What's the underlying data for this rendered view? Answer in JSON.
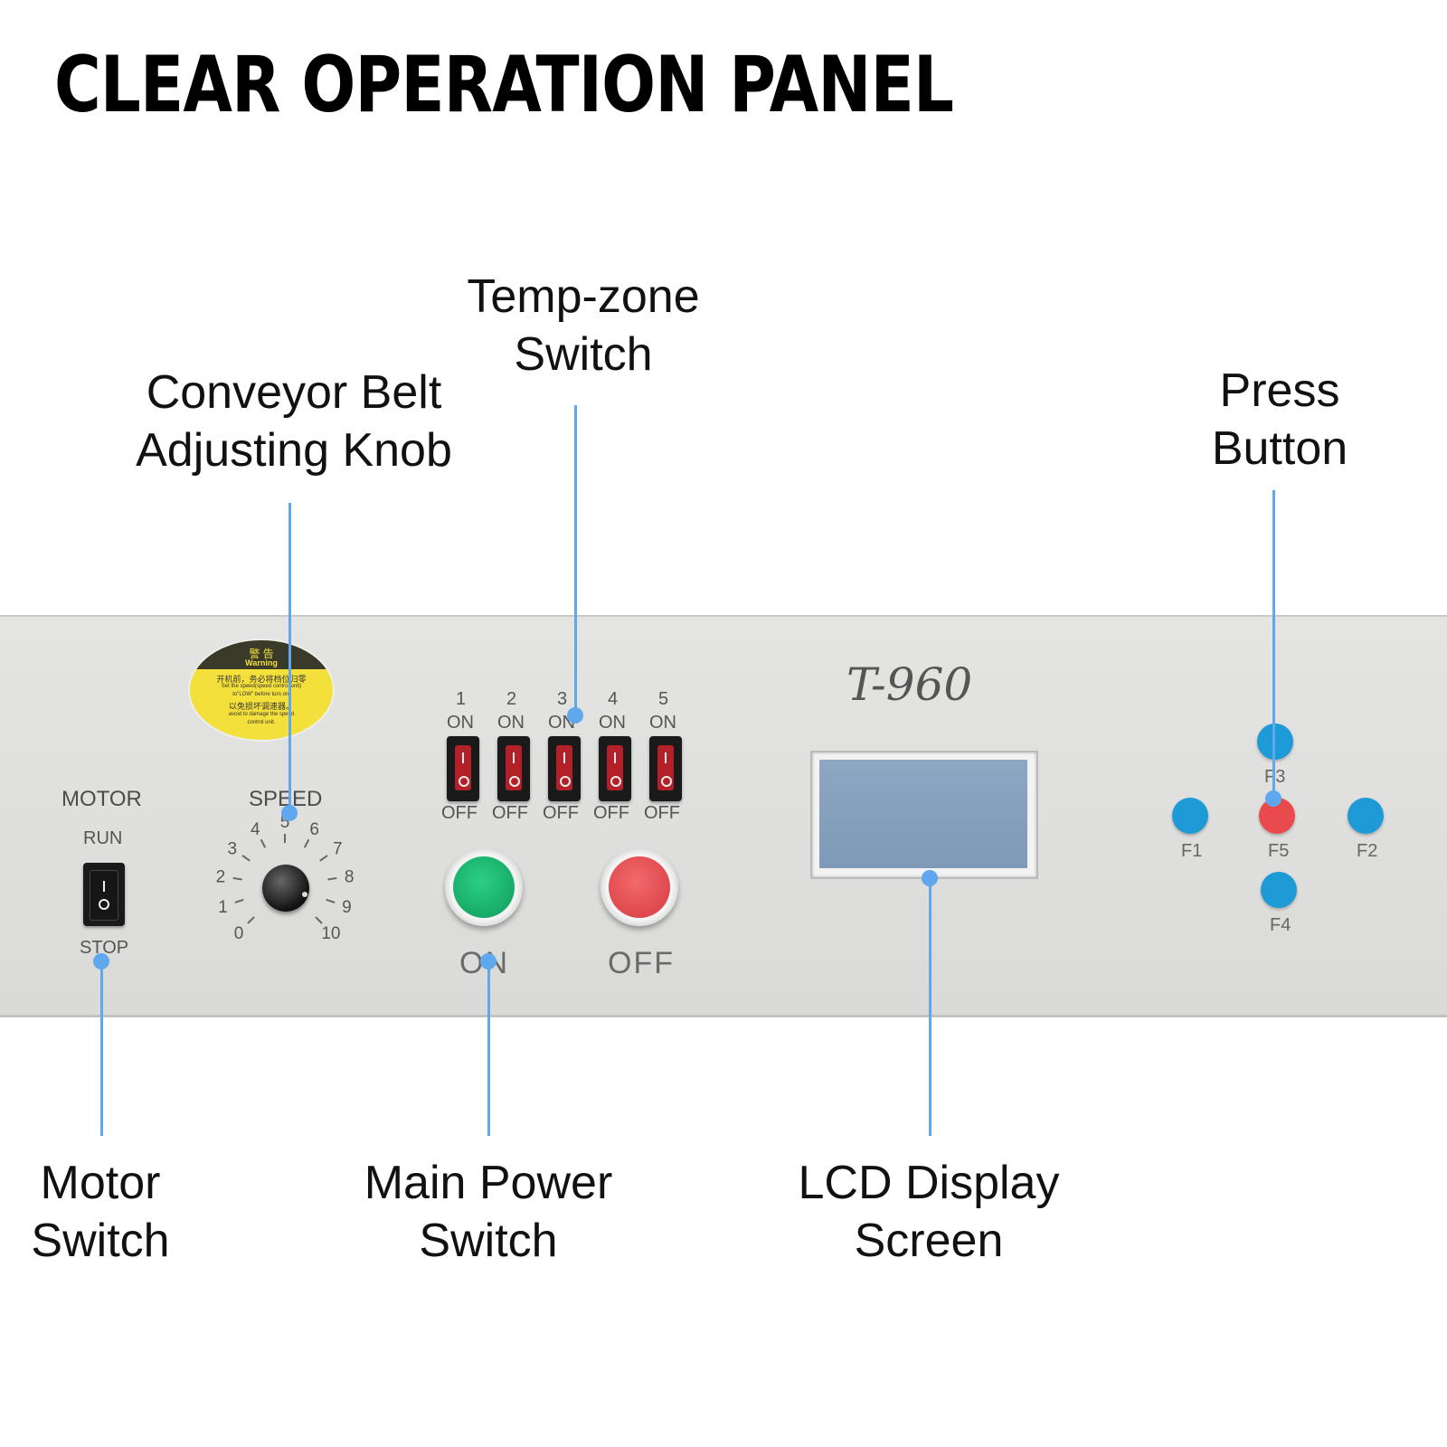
{
  "heading": "CLEAR OPERATION PANEL",
  "callouts": {
    "temp_zone": [
      "Temp-zone",
      "Switch"
    ],
    "conveyor": [
      "Conveyor Belt",
      "Adjusting Knob"
    ],
    "press": [
      "Press",
      "Button"
    ],
    "motor": [
      "Motor",
      "Switch"
    ],
    "main_power": [
      "Main Power",
      "Switch"
    ],
    "lcd": [
      "LCD Display",
      "Screen"
    ]
  },
  "panel": {
    "model": "T-960",
    "warning": {
      "title_cn": "警 告",
      "title_en": "Warning",
      "line1": "开机前，务必将档位归零",
      "line2": "Set the speed(speed control unit)",
      "line3": "to\"LOW\" before turn on,",
      "line4": "以免损坏调速器。",
      "line5": "avoid to damage the speed",
      "line6": "control unit."
    },
    "motor": {
      "label": "MOTOR",
      "run": "RUN",
      "stop": "STOP"
    },
    "speed": {
      "label": "SPEED",
      "dial_ticks": [
        "0",
        "1",
        "2",
        "3",
        "4",
        "5",
        "6",
        "7",
        "8",
        "9",
        "10"
      ]
    },
    "zones": [
      {
        "num": "1",
        "on": "ON",
        "off": "OFF"
      },
      {
        "num": "2",
        "on": "ON",
        "off": "OFF"
      },
      {
        "num": "3",
        "on": "ON",
        "off": "OFF"
      },
      {
        "num": "4",
        "on": "ON",
        "off": "OFF"
      },
      {
        "num": "5",
        "on": "ON",
        "off": "OFF"
      }
    ],
    "power": {
      "on": "ON",
      "off": "OFF"
    },
    "fbuttons": {
      "f3": "F3",
      "f1": "F1",
      "f5": "F5",
      "f2": "F2",
      "f4": "F4"
    }
  },
  "colors": {
    "accent_line": "#5fa8ee",
    "green_button": "#1bb06f",
    "red_button": "#e84a4e",
    "blue_button": "#1e9bd7",
    "lcd": "#8fa7c4"
  }
}
